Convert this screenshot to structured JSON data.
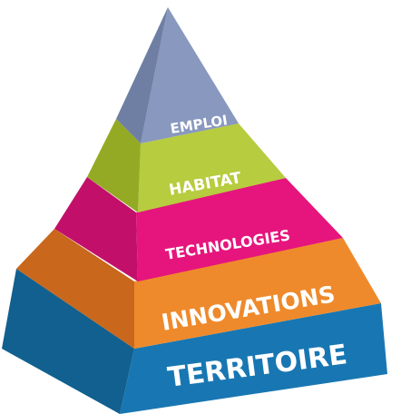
{
  "diagram": {
    "type": "pyramid",
    "levels": [
      {
        "label": "EMPLOI",
        "color": "#8898be",
        "side_color": "#6f7fa3"
      },
      {
        "label": "HABITAT",
        "color": "#b7cc3e",
        "side_color": "#94aa24"
      },
      {
        "label": "TECHNOLOGIES",
        "color": "#e6157d",
        "side_color": "#c2106a"
      },
      {
        "label": "INNOVATIONS",
        "color": "#ee8a2c",
        "side_color": "#c9681c"
      },
      {
        "label": "TERRITOIRE",
        "color": "#1877b2",
        "side_color": "#11608f"
      }
    ]
  }
}
